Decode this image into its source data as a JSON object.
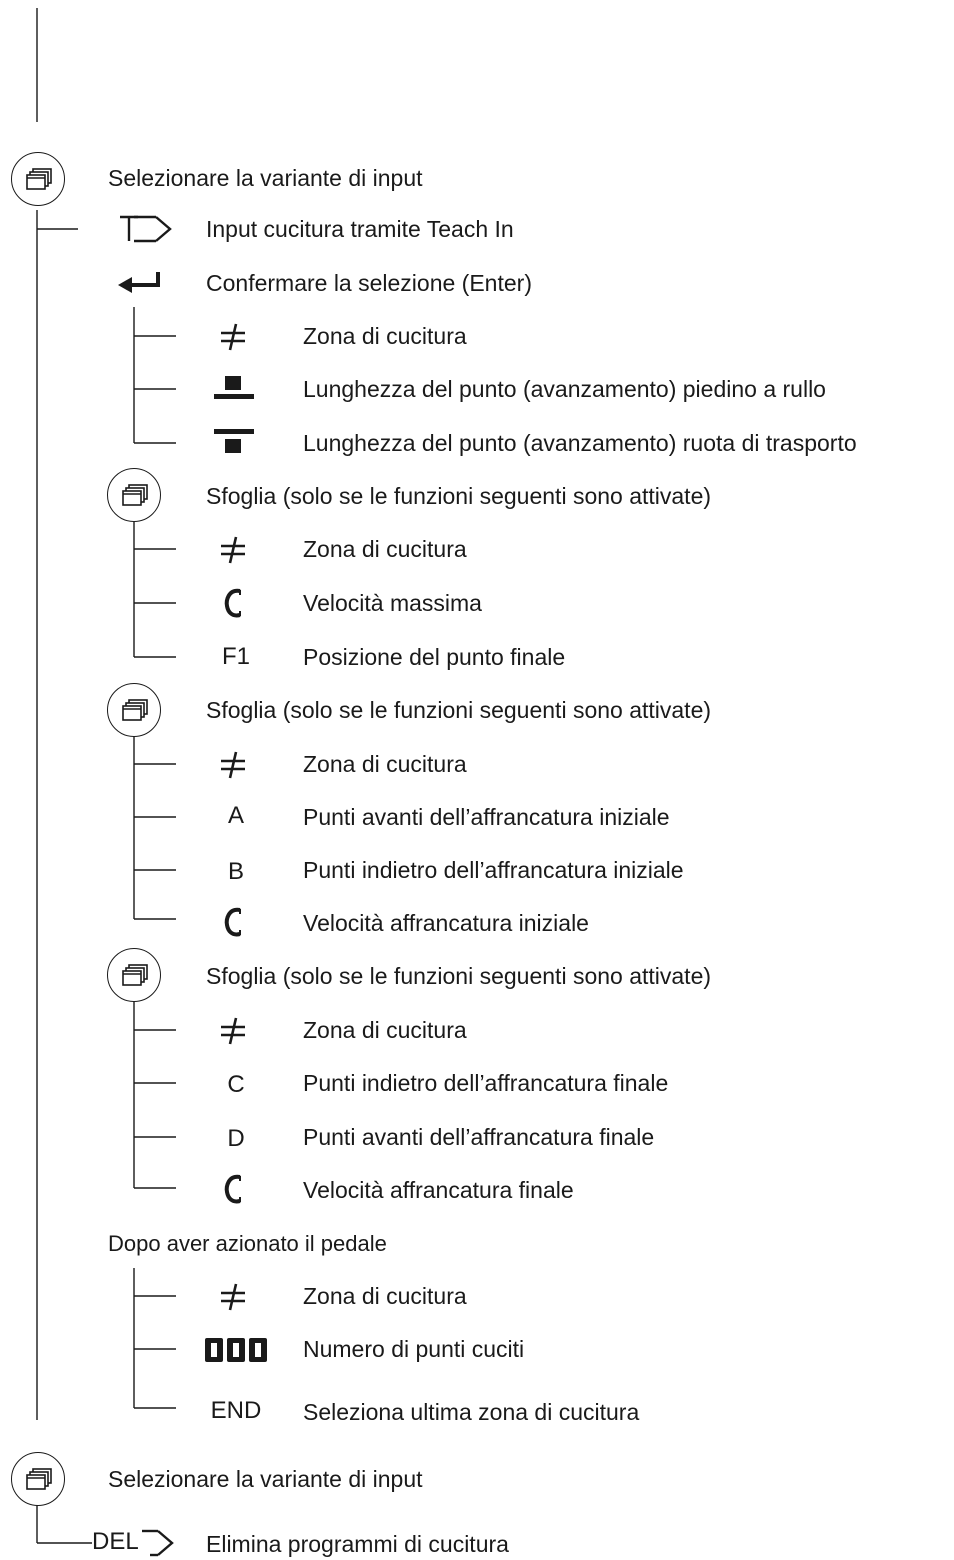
{
  "header": {
    "select_input_variant": "Selezionare la variante di input"
  },
  "teach_in": {
    "key_label": "T",
    "text": "Input cucitura tramite Teach In"
  },
  "enter": {
    "text": "Confermare la selezione (Enter)"
  },
  "group1": [
    {
      "icon": "seam-zone-icon",
      "text": "Zona di cucitura"
    },
    {
      "icon": "roller-foot-stitch-length-icon",
      "text": "Lunghezza del punto (avanzamento) piedino a rullo"
    },
    {
      "icon": "feed-wheel-stitch-length-icon",
      "text": "Lunghezza del punto (avanzamento) ruota di trasporto"
    }
  ],
  "page2": {
    "text": "Sfoglia (solo se le funzioni seguenti sono attivate)"
  },
  "group2": [
    {
      "symbol": "",
      "icon": "seam-zone-icon",
      "text": "Zona di cucitura"
    },
    {
      "symbol": "",
      "icon": "speed-icon",
      "text": "Velocità massima"
    },
    {
      "symbol": "F1",
      "icon": "",
      "text": "Posizione del punto finale"
    }
  ],
  "page3": {
    "text": "Sfoglia (solo se le funzioni seguenti sono attivate)"
  },
  "group3": [
    {
      "symbol": "",
      "icon": "seam-zone-icon",
      "text": "Zona di cucitura"
    },
    {
      "symbol": "A",
      "icon": "",
      "text": "Punti avanti dell’affrancatura iniziale"
    },
    {
      "symbol": "B",
      "icon": "",
      "text": "Punti indietro dell’affrancatura iniziale"
    },
    {
      "symbol": "",
      "icon": "speed-icon",
      "text": "Velocità affrancatura iniziale"
    }
  ],
  "page4": {
    "text": "Sfoglia (solo se le funzioni seguenti sono attivate)"
  },
  "group4": [
    {
      "symbol": "",
      "icon": "seam-zone-icon",
      "text": "Zona di cucitura"
    },
    {
      "symbol": "C",
      "icon": "",
      "text": "Punti indietro dell’affrancatura finale"
    },
    {
      "symbol": "D",
      "icon": "",
      "text": "Punti avanti dell’affrancatura finale"
    },
    {
      "symbol": "",
      "icon": "speed-icon",
      "text": "Velocità affrancatura finale"
    }
  ],
  "pedal": {
    "heading": "Dopo aver azionato il pedale",
    "items": [
      {
        "symbol": "",
        "icon": "seam-zone-icon",
        "text": "Zona di cucitura"
      },
      {
        "symbol": "",
        "icon": "stitch-counter-icon",
        "text": "Numero di punti cuciti"
      },
      {
        "symbol": "END",
        "icon": "",
        "text": "Seleziona ultima zona di cucitura"
      }
    ]
  },
  "footer": {
    "select_input_variant": "Selezionare la variante di input",
    "del_key_label": "DEL",
    "del_text": "Elimina programmi di cucitura"
  }
}
